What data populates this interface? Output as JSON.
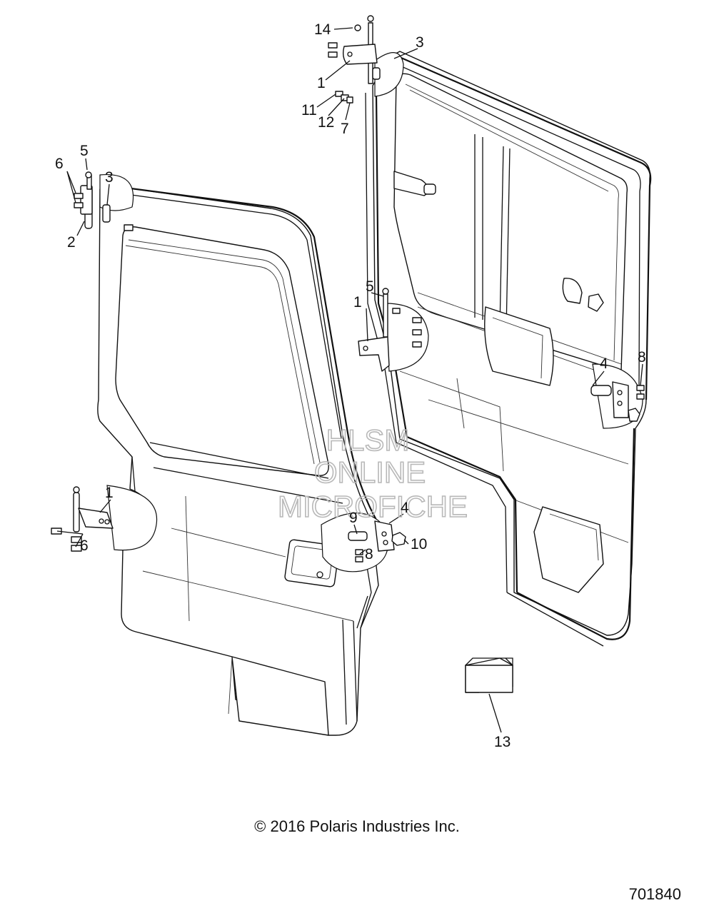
{
  "watermark": {
    "line1": "HLSM",
    "line2": "ONLINE",
    "line3": "MICROFICHE"
  },
  "callouts": {
    "c14": "14",
    "c3_top": "3",
    "c1_top": "1",
    "c11": "11",
    "c12": "12",
    "c7": "7",
    "c5_left": "5",
    "c6_upper": "6",
    "c3_left": "3",
    "c2": "2",
    "c5_mid": "5",
    "c1_mid": "1",
    "c4_right": "4",
    "c8_right": "8",
    "c1_left": "1",
    "c6_lower": "6",
    "c9": "9",
    "c4_mid": "4",
    "c10": "10",
    "c8_mid": "8",
    "c13": "13"
  },
  "copyright": "© 2016 Polaris Industries Inc.",
  "figure_number": "701840"
}
